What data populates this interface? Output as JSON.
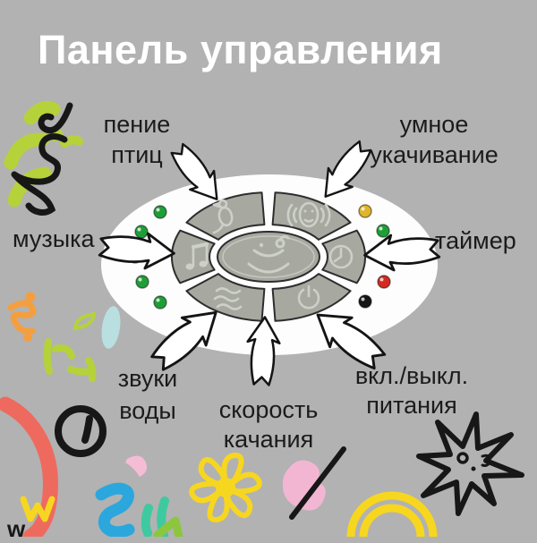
{
  "title": "Панель управления",
  "features": [
    {
      "id": "bird-song",
      "icon": "bird-icon",
      "lines": [
        "пение",
        "птиц"
      ]
    },
    {
      "id": "smart-rocking",
      "icon": "face-soundwaves-icon",
      "lines": [
        "умное",
        "укачивание"
      ]
    },
    {
      "id": "music",
      "icon": "music-note-icon",
      "lines": [
        "музыка"
      ]
    },
    {
      "id": "timer",
      "icon": "clock-icon",
      "lines": [
        "таймер"
      ]
    },
    {
      "id": "water-sounds",
      "icon": "water-waves-icon",
      "lines": [
        "звуки",
        "воды"
      ]
    },
    {
      "id": "swing-speed",
      "icon": "smiley-cradle-icon",
      "lines": [
        "скорость",
        "качания"
      ]
    },
    {
      "id": "power",
      "icon": "power-icon",
      "lines": [
        "вкл./выкл.",
        "питания"
      ]
    }
  ],
  "panel": {
    "leds": {
      "left": [
        "green",
        "green",
        "green",
        "green",
        "green"
      ],
      "right": [
        "yellow",
        "green",
        "green",
        "red",
        "black"
      ]
    }
  },
  "corner_letter": "w",
  "colors": {
    "background": "#b2b2b2",
    "title": "#ffffff",
    "label": "#1b1b1b",
    "panel_oval": "#fdfdfd",
    "button_fill": "#a7a9a1",
    "button_edge": "#2d2d2d",
    "icon_emboss": "#cdd0c8",
    "led_green": "#1f9e38",
    "led_yellow": "#dfb52a",
    "led_red": "#d32b20",
    "led_black": "#151515"
  }
}
